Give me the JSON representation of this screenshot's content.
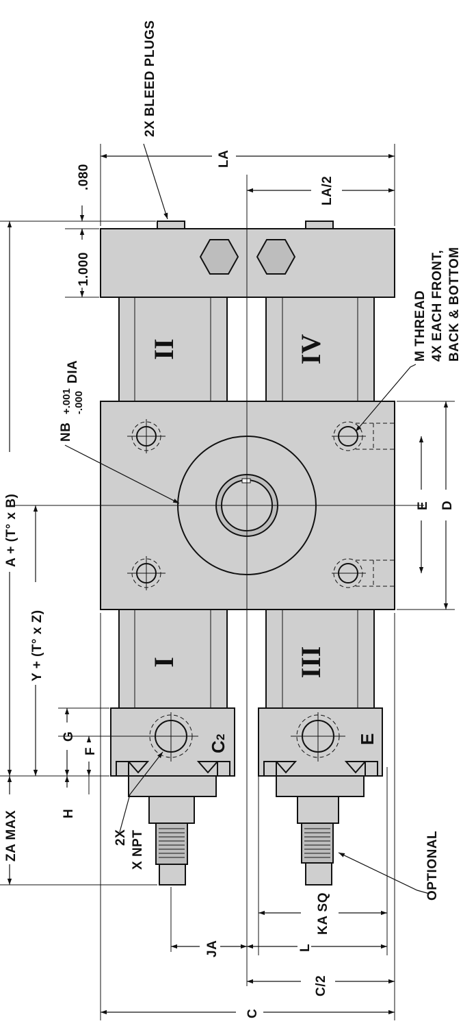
{
  "labels": {
    "bleed_plugs": "2X BLEED PLUGS",
    "la": "LA",
    "la_half": "LA/2",
    "dim_080": ".080",
    "dim_1000": "1.000",
    "nb_main": "NB",
    "nb_plus": "+.001",
    "nb_minus": "-.000",
    "nb_dia": "DIA",
    "m_thread_1": "M THREAD",
    "m_thread_2": "4X EACH FRONT,",
    "m_thread_3": "BACK & BOTTOM",
    "a_formula": "A + (T° x B)",
    "y_formula": "Y + (T° x Z)",
    "e": "E",
    "d": "D",
    "g": "G",
    "f": "F",
    "h": "H",
    "za_max": "ZA MAX",
    "npt_1": "2X",
    "npt_2": "X NPT",
    "optional": "OPTIONAL",
    "ja": "JA",
    "l": "L",
    "ka_sq": "KA SQ",
    "c_half": "C/2",
    "c": "C"
  },
  "cylinders": [
    "I",
    "II",
    "III",
    "IV"
  ],
  "ports": {
    "c2_main": "C",
    "c2_sub": "2",
    "e": "E"
  }
}
